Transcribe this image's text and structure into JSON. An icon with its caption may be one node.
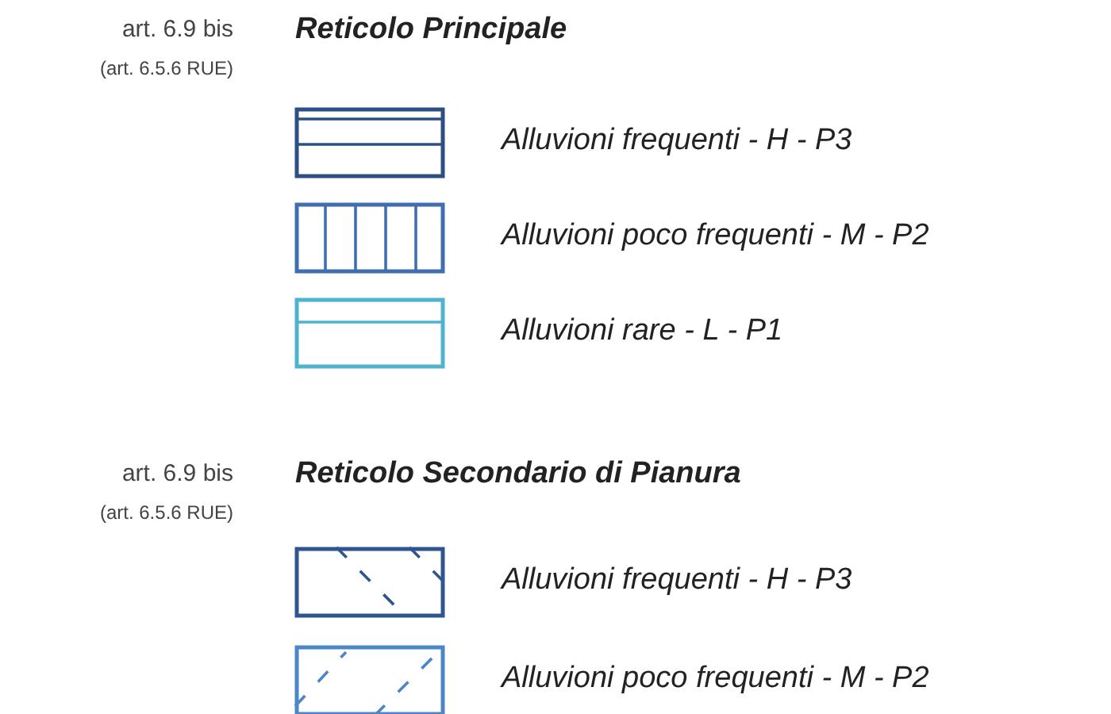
{
  "diagram": {
    "labels": [
      "art. 6.9 bis",
      "(art. 6.5.6 RUE)",
      "Reticolo Principale",
      "art. 6.9 bis",
      "(art. 6.5.6 RUE)",
      "Reticolo Secondario di Pianura"
    ],
    "legend": [
      {
        "text": "Alluvioni frequenti - H - P3"
      },
      {
        "text": "Alluvioni poco frequenti - M - P2"
      },
      {
        "text": "Alluvioni rare - L - P1"
      },
      {
        "text": "Alluvioni frequenti - H - P3"
      },
      {
        "text": "Alluvioni poco frequenti - M - P2"
      }
    ]
  }
}
